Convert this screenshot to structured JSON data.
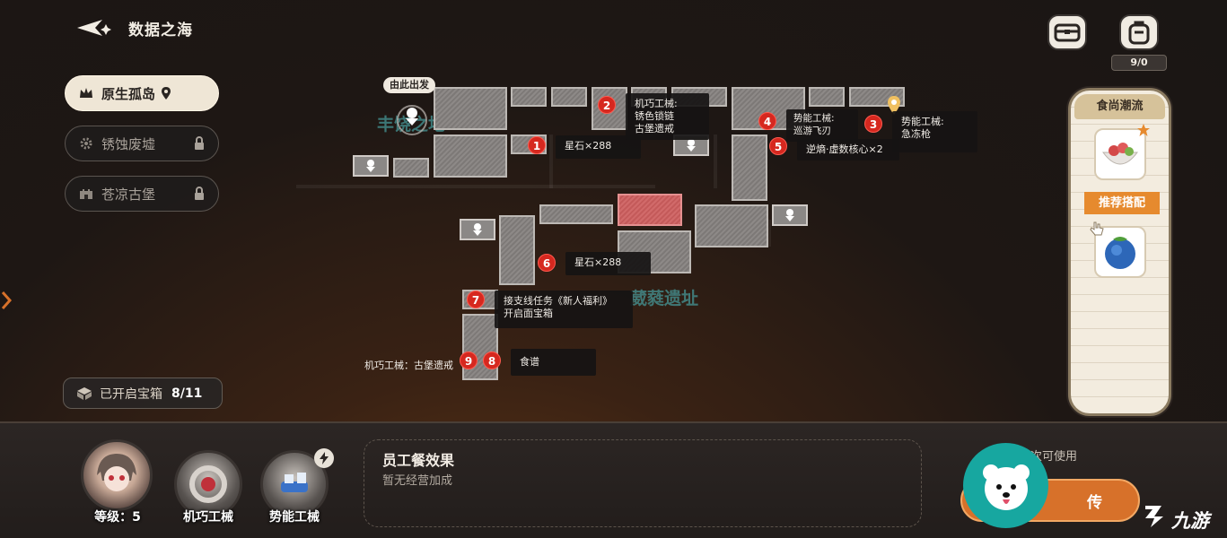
{
  "header": {
    "title": "数据之海"
  },
  "regions": [
    {
      "label": "原生孤岛",
      "active": true,
      "icon": "crown-icon",
      "locked": false
    },
    {
      "label": "锈蚀废墟",
      "active": false,
      "icon": "gear-icon",
      "locked": true
    },
    {
      "label": "苍凉古堡",
      "active": false,
      "icon": "castle-icon",
      "locked": true
    }
  ],
  "chest_counter": {
    "label": "已开启宝箱",
    "value": "8/11"
  },
  "top_right": {
    "bag_count": "9/0"
  },
  "map": {
    "start_label": "由此出发",
    "area_names": [
      "丰饶之地",
      "葳蕤遗址"
    ],
    "markers": [
      {
        "num": "1",
        "text": "星石×288"
      },
      {
        "num": "2",
        "text": "机巧工械:\n锈色锁链\n古堡遗戒"
      },
      {
        "num": "3",
        "text": "势能工械:\n急冻枪"
      },
      {
        "num": "4",
        "text": "势能工械:\n巡游飞刃"
      },
      {
        "num": "5",
        "text": "逆熵·虚数核心×2"
      },
      {
        "num": "6",
        "text": "星石×288"
      },
      {
        "num": "7",
        "text": "接支线任务《新人福利》\n开启面宝箱"
      },
      {
        "num": "8",
        "text": "食谱"
      },
      {
        "num": "9",
        "text": "机巧工械：古堡遗戒"
      }
    ]
  },
  "food_panel": {
    "title": "食尚潮流",
    "recommend": "推荐搭配"
  },
  "bottom": {
    "characters": [
      {
        "caption": "等级：5"
      },
      {
        "caption": "机巧工械"
      },
      {
        "caption": "势能工械"
      }
    ],
    "effect_title": "员工餐效果",
    "effect_desc": "暂无经营加成",
    "available": "本次可使用",
    "start_button": "传",
    "watermark": "九游"
  },
  "colors": {
    "accent": "#d7712a",
    "marker": "#d6281f",
    "teal": "#17a7a0"
  }
}
